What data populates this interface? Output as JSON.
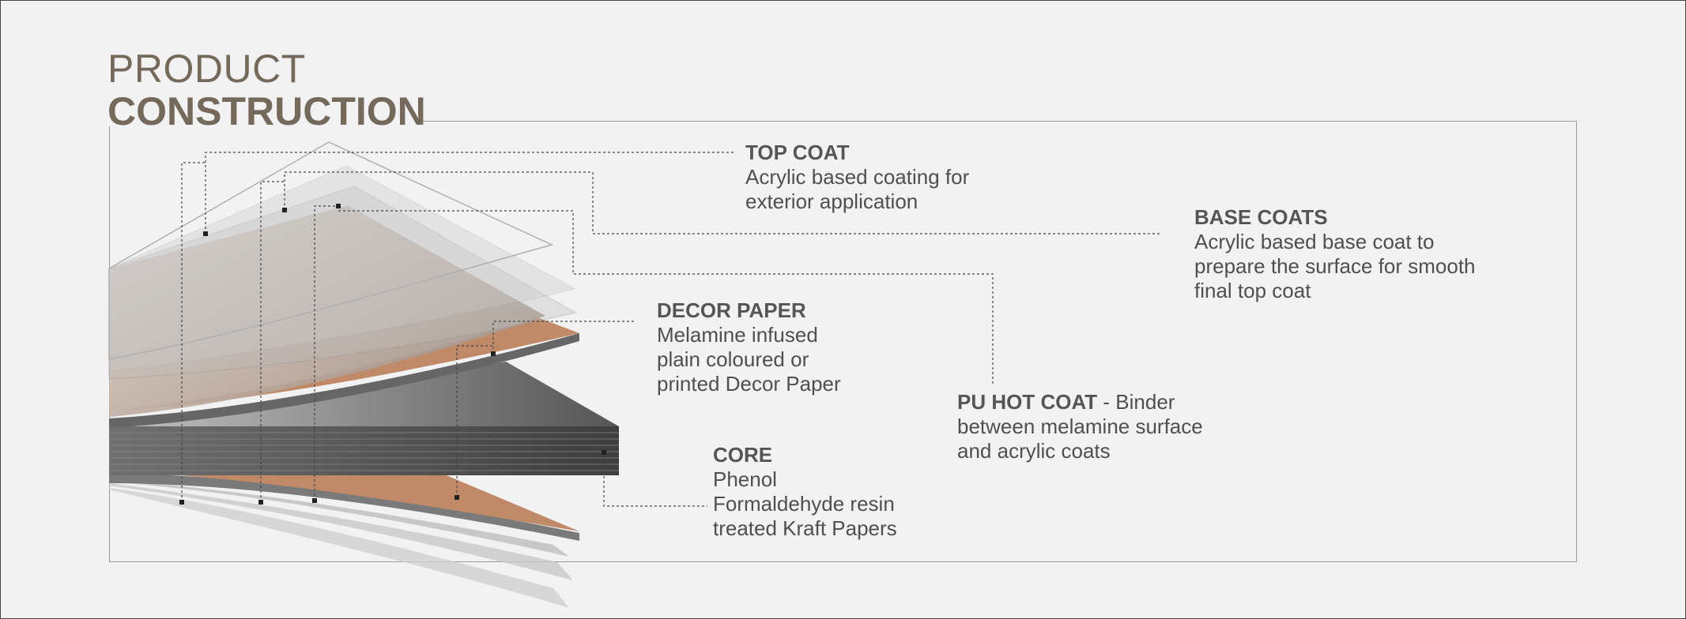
{
  "title": {
    "line1": "PRODUCT",
    "line2": "CONSTRUCTION"
  },
  "labels": {
    "top_coat": {
      "heading": "TOP COAT",
      "description": "Acrylic based coating for\nexterior application"
    },
    "base_coats": {
      "heading": "BASE COATS",
      "description": "Acrylic based base coat to\nprepare the surface for smooth\nfinal top coat"
    },
    "decor_paper": {
      "heading": "DECOR PAPER",
      "description": "Melamine infused\nplain coloured or\nprinted Decor Paper"
    },
    "pu_hot_coat": {
      "heading": "PU HOT COAT",
      "separator": " - Binder",
      "description": "between melamine surface\nand acrylic coats"
    },
    "core": {
      "heading": "CORE",
      "description": "Phenol\nFormaldehyde resin\ntreated Kraft Papers"
    }
  },
  "colors": {
    "title": "#75695c",
    "text": "#4f4f4f",
    "core": "#5c5c5c",
    "kraft": "#c08a68",
    "decor_paper": "#e7d9cf",
    "coat": "#c9c9c9",
    "background": "#f2f2f2"
  }
}
